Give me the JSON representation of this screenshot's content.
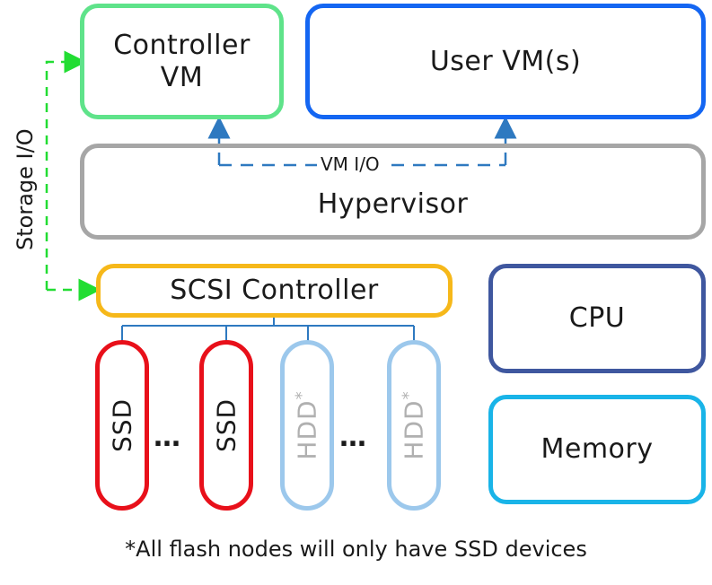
{
  "nodes": {
    "controller_vm": {
      "line1": "Controller",
      "line2": "VM"
    },
    "user_vm": "User VM(s)",
    "hypervisor": "Hypervisor",
    "scsi_controller": "SCSI Controller",
    "cpu": "CPU",
    "memory": "Memory",
    "drives": [
      {
        "label": "SSD",
        "kind": "ssd"
      },
      {
        "label": "SSD",
        "kind": "ssd"
      },
      {
        "label": "HDD",
        "kind": "hdd"
      },
      {
        "label": "HDD",
        "kind": "hdd"
      }
    ],
    "ellipsis": "…",
    "hdd_asterisk": "*"
  },
  "edges": {
    "vm_io_label": "VM I/O",
    "storage_io_label": "Storage I/O"
  },
  "footnote": "*All flash nodes will only have SSD devices",
  "colors": {
    "controller_vm": "#5fe38a",
    "user_vm": "#1466f2",
    "hypervisor": "#a6a6a6",
    "scsi_controller": "#f6b81a",
    "cpu": "#3f579f",
    "memory": "#19b4e8",
    "ssd": "#e8101a",
    "hdd": "#9cc8ec",
    "vm_io_arrow": "#2e79c0",
    "storage_io_arrow": "#22dd33"
  }
}
